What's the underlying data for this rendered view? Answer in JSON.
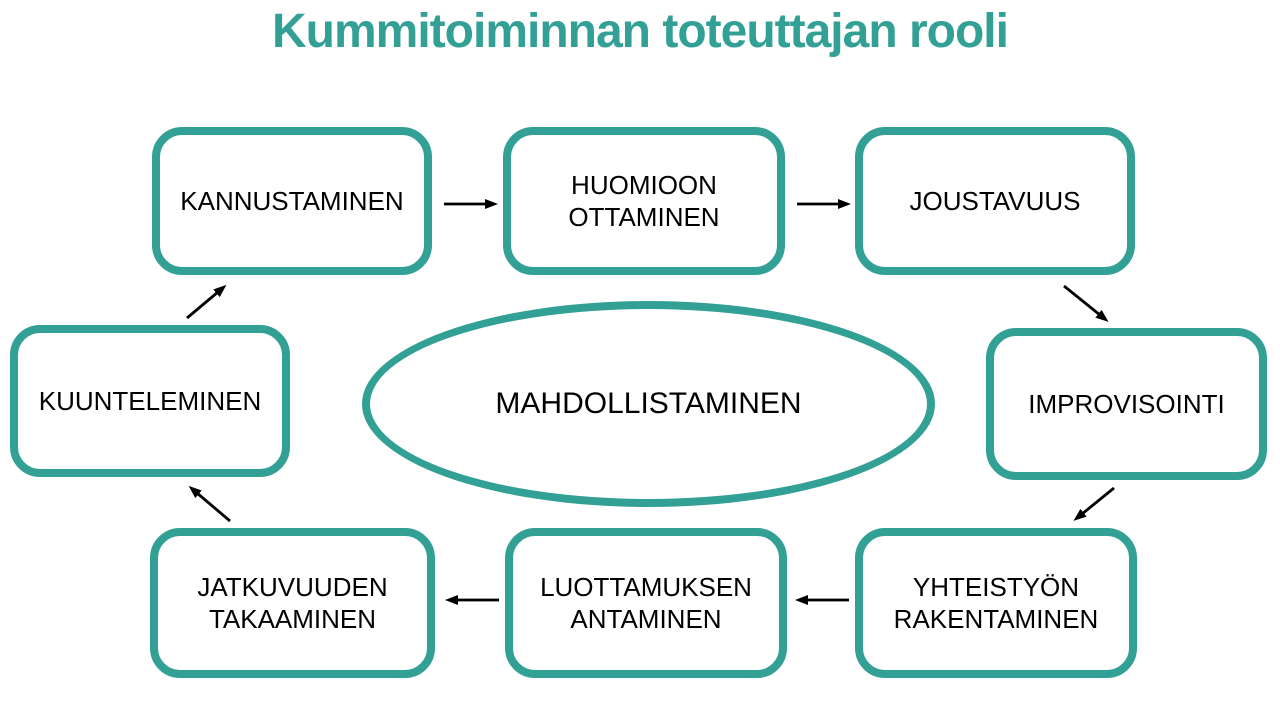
{
  "title": "Kummitoiminnan toteuttajan rooli",
  "colors": {
    "accent": "#33A095",
    "arrow": "#000000",
    "node_text": "#000000",
    "background": "#FFFFFF"
  },
  "center_node": {
    "label": "MAHDOLLISTAMINEN"
  },
  "nodes": [
    {
      "id": "kannustaminen",
      "label": "KANNUSTAMINEN"
    },
    {
      "id": "huomioon-ottaminen",
      "label": "HUOMIOON OTTAMINEN"
    },
    {
      "id": "joustavuus",
      "label": "JOUSTAVUUS"
    },
    {
      "id": "improvisointi",
      "label": "IMPROVISOINTI"
    },
    {
      "id": "yhteistyon-rakentaminen",
      "label": "YHTEISTYÖN RAKENTAMINEN"
    },
    {
      "id": "luottamuksen-antaminen",
      "label": "LUOTTAMUKSEN ANTAMINEN"
    },
    {
      "id": "jatkuvuuden-takaaminen",
      "label": "JATKUVUUDEN TAKAAMINEN"
    },
    {
      "id": "kuunteleminen",
      "label": "KUUNTELEMINEN"
    }
  ],
  "edges": [
    {
      "from": "kannustaminen",
      "to": "huomioon-ottaminen"
    },
    {
      "from": "huomioon-ottaminen",
      "to": "joustavuus"
    },
    {
      "from": "joustavuus",
      "to": "improvisointi"
    },
    {
      "from": "improvisointi",
      "to": "yhteistyon-rakentaminen"
    },
    {
      "from": "yhteistyon-rakentaminen",
      "to": "luottamuksen-antaminen"
    },
    {
      "from": "luottamuksen-antaminen",
      "to": "jatkuvuuden-takaaminen"
    },
    {
      "from": "jatkuvuuden-takaaminen",
      "to": "kuunteleminen"
    },
    {
      "from": "kuunteleminen",
      "to": "kannustaminen"
    }
  ]
}
